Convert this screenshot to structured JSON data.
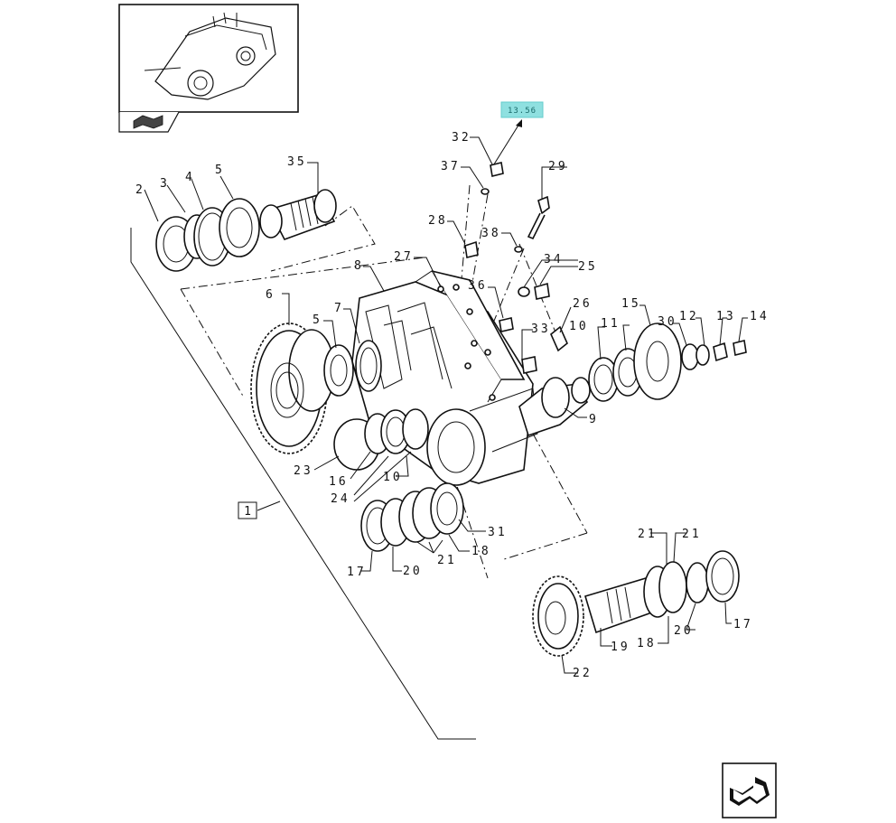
{
  "diagram": {
    "reference_tag": "13.56",
    "group_label": "1",
    "callouts": {
      "c2": "2",
      "c3": "3",
      "c4": "4",
      "c5a": "5",
      "c35": "35",
      "c32": "32",
      "c37": "37",
      "c29": "29",
      "c28": "28",
      "c38": "38",
      "c27": "27",
      "c8": "8",
      "c34": "34",
      "c25": "25",
      "c36": "36",
      "c26": "26",
      "c6": "6",
      "c5b": "5",
      "c7": "7",
      "c33": "33",
      "c10a": "10",
      "c11": "11",
      "c15": "15",
      "c30": "30",
      "c12": "12",
      "c13": "13",
      "c14": "14",
      "c9": "9",
      "c23": "23",
      "c16": "16",
      "c24": "24",
      "c10b": "10",
      "c31": "31",
      "c18a": "18",
      "c21a": "21",
      "c20a": "20",
      "c17a": "17",
      "c21b": "21",
      "c21c": "21",
      "c17b": "17",
      "c20b": "20",
      "c18b": "18",
      "c19": "19",
      "c22": "22"
    }
  },
  "icons": {
    "thumbnail": "gearbox-thumbnail-icon",
    "thumbnail_badge": "book-arrow-icon",
    "nav": "next-page-arrow-icon"
  },
  "colors": {
    "reference_tag_fill": "#8fe0e0",
    "line": "#111111"
  }
}
